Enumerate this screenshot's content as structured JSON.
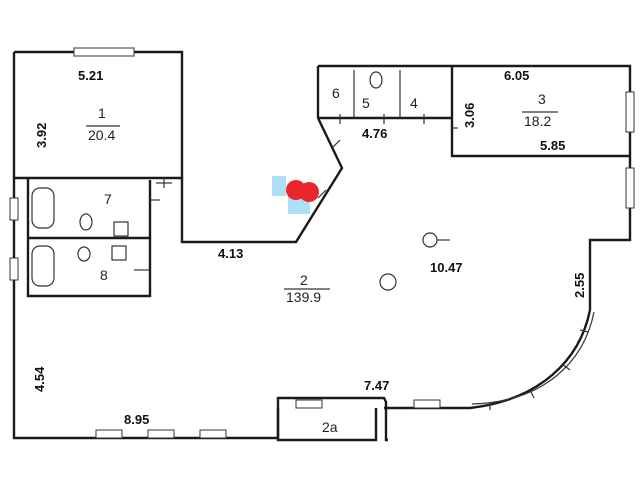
{
  "rooms": {
    "r1": {
      "number": "1",
      "area": "20.4"
    },
    "r2": {
      "number": "2",
      "area": "139.9"
    },
    "r3": {
      "number": "3",
      "area": "18.2"
    },
    "r4": {
      "number": "4"
    },
    "r5": {
      "number": "5"
    },
    "r6": {
      "number": "6"
    },
    "r7": {
      "number": "7"
    },
    "r8": {
      "number": "8"
    },
    "r2a": {
      "number": "2a"
    }
  },
  "dimensions": {
    "d_521": "5.21",
    "d_392": "3.92",
    "d_605": "6.05",
    "d_306": "3.06",
    "d_476": "4.76",
    "d_585": "5.85",
    "d_413": "4.13",
    "d_1047": "10.47",
    "d_255": "2.55",
    "d_454": "4.54",
    "d_747": "7.47",
    "d_895": "8.95"
  },
  "colors": {
    "marker": "#e8262b",
    "marker_bg": "#aee0f5",
    "wall": "#1a1a1a"
  }
}
